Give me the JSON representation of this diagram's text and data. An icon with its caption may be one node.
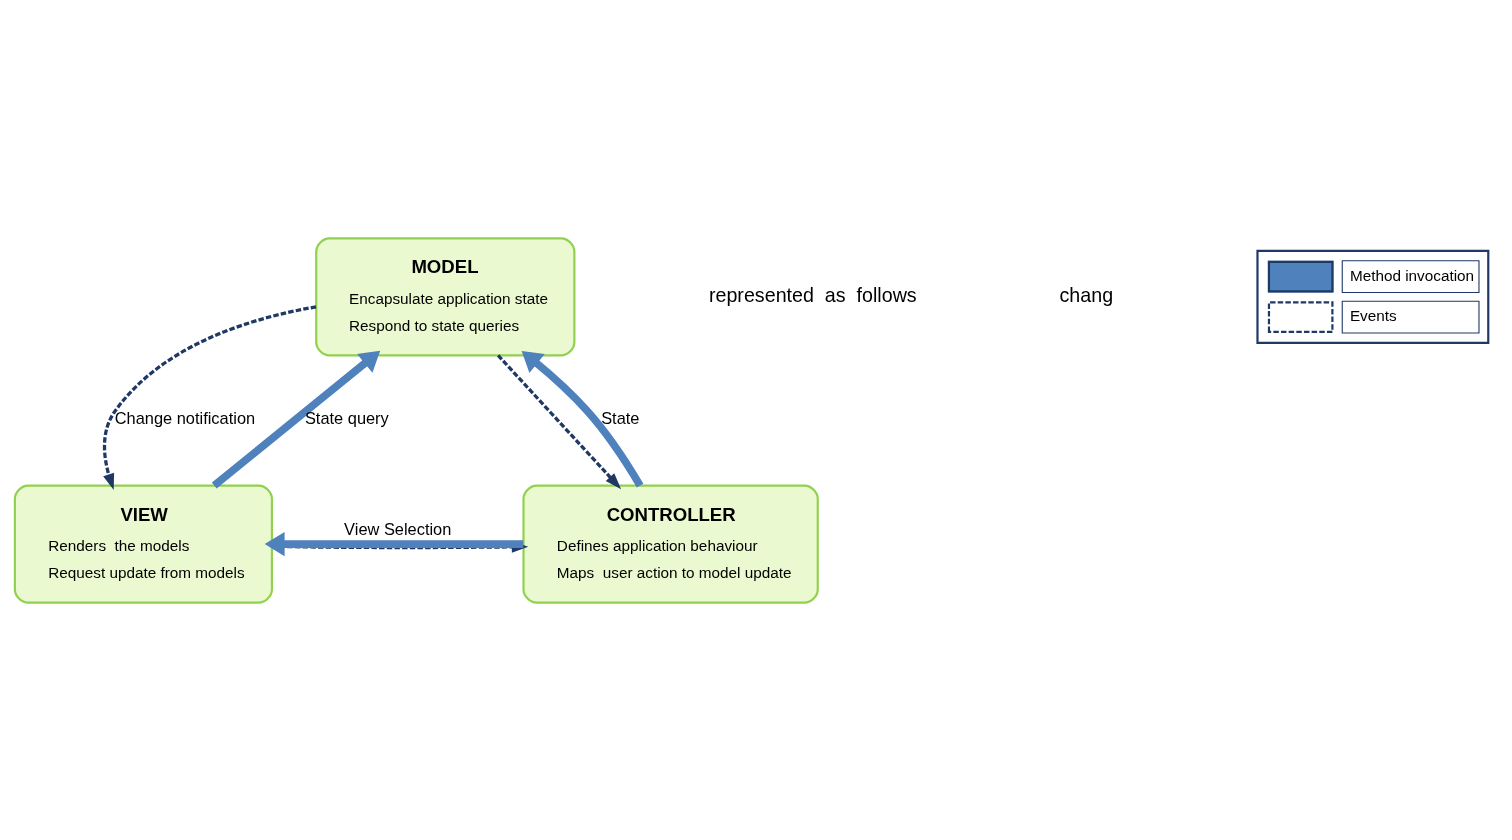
{
  "diagram": {
    "nodes": [
      {
        "text": [
          "MODEL",
          "Encapsulate application state",
          "Respond to state queries"
        ]
      },
      {
        "text": [
          "VIEW",
          "Renders  the models",
          "Request update from models"
        ]
      },
      {
        "text": [
          "CONTROLLER",
          "Defines application behaviour",
          "Maps  user action to model update"
        ]
      }
    ],
    "edges": [
      {
        "from": 1,
        "to": 0,
        "arrow": "to",
        "style": "thick",
        "label": "State query"
      },
      {
        "from": 0,
        "to": 1,
        "arrow": "to",
        "style": "dashed",
        "label": "Change notification"
      },
      {
        "from": 2,
        "to": 0,
        "arrow": "to",
        "style": "thick",
        "label": "State"
      },
      {
        "from": 0,
        "to": 2,
        "arrow": "to",
        "style": "dashed"
      },
      {
        "from": 2,
        "to": 1,
        "arrow": "to",
        "style": "thick",
        "label": "View Selection"
      },
      {
        "from": 1,
        "to": 2,
        "arrow": "to",
        "style": "dashed"
      }
    ],
    "labels": [
      "represented  as  follows",
      "chang"
    ],
    "legend": [
      {
        "text": "Method invocation"
      },
      {
        "text": "Events"
      }
    ]
  }
}
